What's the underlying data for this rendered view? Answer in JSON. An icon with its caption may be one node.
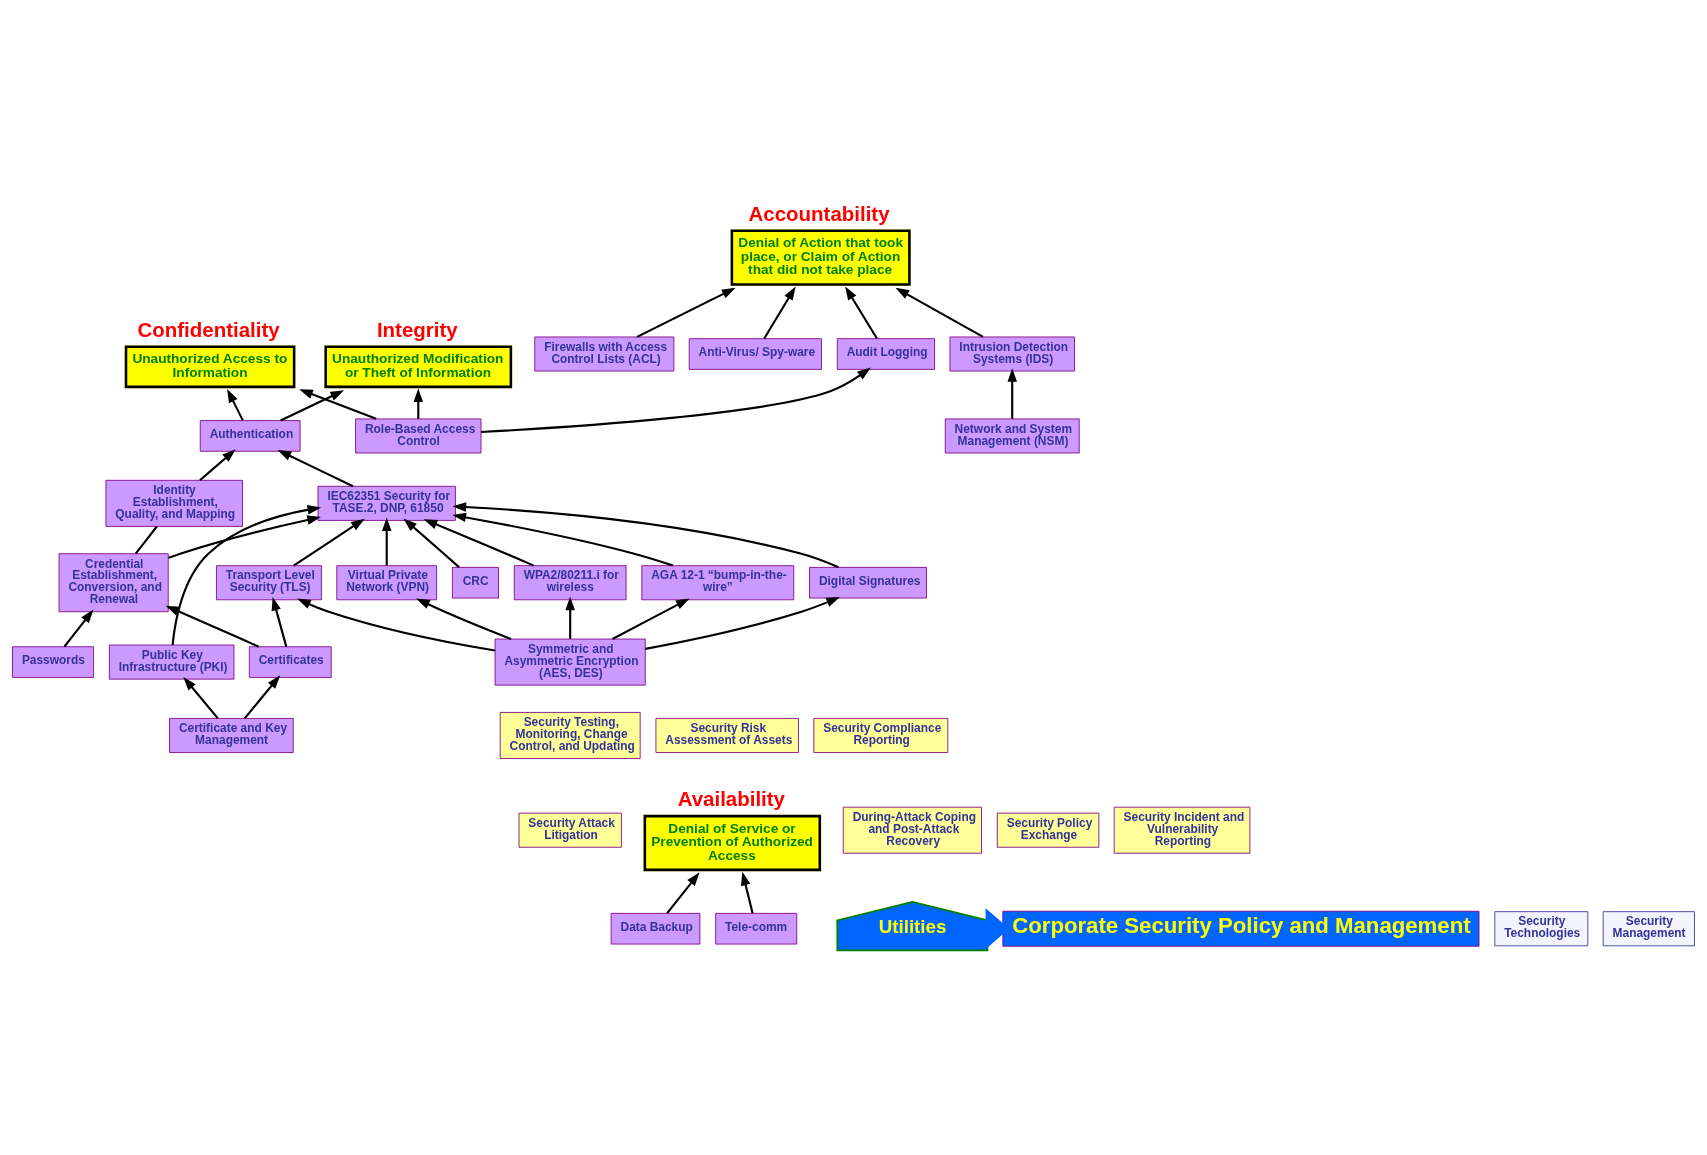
{
  "diagram": {
    "nodes": [
      {
        "text": [
          "Confidentiality",
          "Unauthorized Access to Information"
        ]
      },
      {
        "text": [
          "Integrity",
          "Unauthorized Modification or Theft of Information"
        ]
      },
      {
        "text": [
          "Availability",
          "Denial of Service or Prevention of Authorized Access"
        ]
      },
      {
        "text": [
          "Accountability",
          "Denial of Action that took place, or Claim of Action that did not take place"
        ]
      },
      {
        "text": [
          "Identity Establishment, Quality, and Mapping"
        ]
      },
      {
        "text": [
          "Authentication"
        ]
      },
      {
        "text": [
          "Role-Based Access Control"
        ]
      },
      {
        "text": [
          "Data Backup"
        ]
      },
      {
        "text": [
          "Tele-comm"
        ]
      },
      {
        "text": [
          "Audit Logging"
        ]
      },
      {
        "text": [
          "Intrusion Detection Systems (IDS)"
        ]
      },
      {
        "text": [
          "Credential Establishment, Conversion, and Renewal"
        ]
      },
      {
        "text": [
          "IEC62351 Security for TASE.2, DNP, 61850"
        ]
      },
      {
        "text": [
          "Public Key Infrastructure (PKI)"
        ]
      },
      {
        "text": [
          "Firewalls with Access Control Lists (ACL)"
        ]
      },
      {
        "text": [
          "Anti-Virus/ Spy-ware"
        ]
      },
      {
        "text": [
          "Passwords"
        ]
      },
      {
        "text": [
          "Certificates"
        ]
      },
      {
        "text": [
          "Certificate and Key Management"
        ]
      },
      {
        "text": [
          "Network and System Management (NSM)"
        ]
      },
      {
        "text": [
          "Transport Level Security (TLS)"
        ]
      },
      {
        "text": [
          "Virtual Private Network (VPN)"
        ]
      },
      {
        "text": [
          "WPA2/80211.i for wireless"
        ]
      },
      {
        "text": [
          "AGA 12-1 “bump-in-the-wire”"
        ]
      },
      {
        "text": [
          "Digital Signatures"
        ]
      },
      {
        "text": [
          "CRC"
        ]
      },
      {
        "text": [
          "Symmetric and Asymmetric Encryption (AES, DES)"
        ]
      },
      {
        "text": [
          "Security Testing, Monitoring, Change Control, and Updating"
        ]
      },
      {
        "text": [
          "Security Risk Assessment of Assets"
        ]
      },
      {
        "text": [
          "Security Compliance Reporting"
        ]
      },
      {
        "text": [
          "During-Attack Coping and Post-Attack Recovery"
        ]
      },
      {
        "text": [
          "Security Policy Exchange"
        ]
      },
      {
        "text": [
          "Security Incident and Vulnerability Reporting"
        ]
      },
      {
        "text": [
          "Security Attack Litigation"
        ]
      },
      {
        "text": [
          "Corporate Security Policy and Management"
        ]
      },
      {
        "text": [
          "Utilities"
        ]
      },
      {
        "text": [
          "Security Technologies"
        ]
      },
      {
        "text": [
          "Security Management"
        ]
      }
    ],
    "edges": [
      {
        "from": 5,
        "to": 0,
        "arrow": "to"
      },
      {
        "from": 5,
        "to": 1,
        "arrow": "to"
      },
      {
        "from": 6,
        "to": 0,
        "arrow": "to"
      },
      {
        "from": 6,
        "to": 1,
        "arrow": "to"
      },
      {
        "from": 7,
        "to": 2,
        "arrow": "to"
      },
      {
        "from": 8,
        "to": 2,
        "arrow": "to"
      },
      {
        "from": 9,
        "to": 3,
        "arrow": "to"
      },
      {
        "from": 14,
        "to": 3,
        "arrow": "to"
      },
      {
        "from": 10,
        "to": 3,
        "arrow": "to"
      },
      {
        "from": 15,
        "to": 3,
        "arrow": "to"
      },
      {
        "from": 4,
        "to": 5,
        "arrow": "to"
      },
      {
        "from": 6,
        "to": 9,
        "arrow": "to"
      },
      {
        "from": 11,
        "to": 4,
        "arrow": "none"
      },
      {
        "from": 12,
        "to": 5,
        "arrow": "to"
      },
      {
        "from": 11,
        "to": 12,
        "arrow": "to"
      },
      {
        "from": 13,
        "to": 12,
        "arrow": "to"
      },
      {
        "from": 16,
        "to": 11,
        "arrow": "to"
      },
      {
        "from": 17,
        "to": 11,
        "arrow": "to"
      },
      {
        "from": 18,
        "to": 17,
        "arrow": "to"
      },
      {
        "from": 18,
        "to": 13,
        "arrow": "to"
      },
      {
        "from": 19,
        "to": 10,
        "arrow": "to"
      },
      {
        "from": 17,
        "to": 20,
        "arrow": "to"
      },
      {
        "from": 20,
        "to": 12,
        "arrow": "to"
      },
      {
        "from": 21,
        "to": 12,
        "arrow": "to"
      },
      {
        "from": 22,
        "to": 12,
        "arrow": "to"
      },
      {
        "from": 23,
        "to": 12,
        "arrow": "to"
      },
      {
        "from": 24,
        "to": 12,
        "arrow": "to"
      },
      {
        "from": 25,
        "to": 12,
        "arrow": "to"
      },
      {
        "from": 26,
        "to": 20,
        "arrow": "to"
      },
      {
        "from": 26,
        "to": 21,
        "arrow": "to"
      },
      {
        "from": 26,
        "to": 22,
        "arrow": "to"
      },
      {
        "from": 26,
        "to": 23,
        "arrow": "to"
      },
      {
        "from": 26,
        "to": 24,
        "arrow": "to"
      },
      {
        "from": 35,
        "to": 34,
        "arrow": "to",
        "style": "thick",
        "color": "#0066ff"
      }
    ]
  }
}
